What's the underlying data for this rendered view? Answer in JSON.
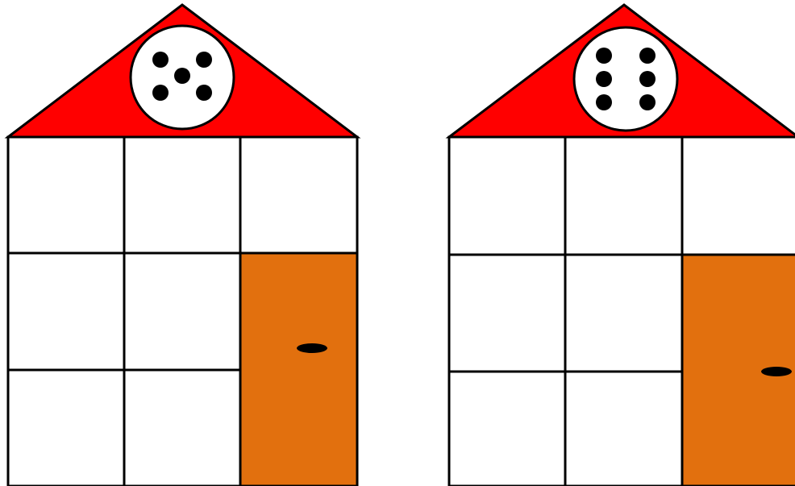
{
  "colors": {
    "roof": "#ff0000",
    "door": "#e2700e",
    "outline": "#000000",
    "pip": "#000000",
    "window": "#ffffff"
  },
  "houses": [
    {
      "id": "house-five",
      "die_value": 5,
      "pips_shown": 5,
      "window_rows": 3,
      "window_cols": 3,
      "door_rows": 2
    },
    {
      "id": "house-six",
      "die_value": 6,
      "pips_shown": 6,
      "window_rows": 3,
      "window_cols": 3,
      "door_rows": 2
    }
  ]
}
